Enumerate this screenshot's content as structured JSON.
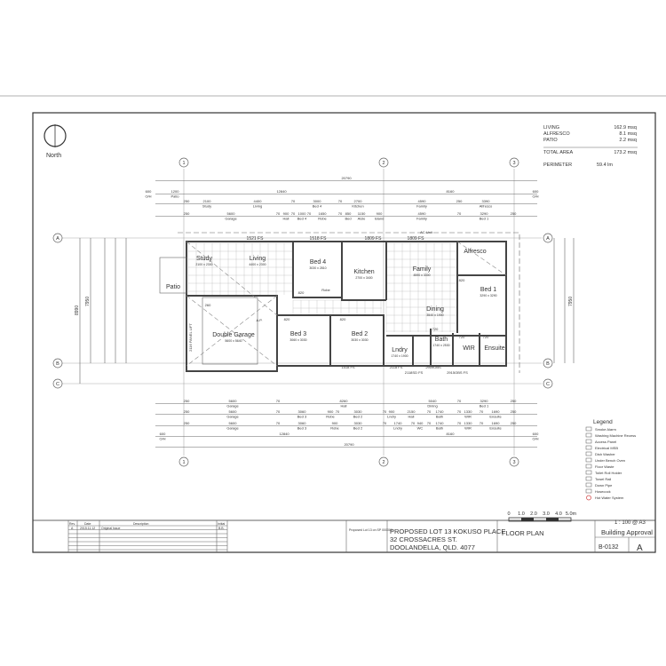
{
  "compass": {
    "label": "North"
  },
  "areas": {
    "rows": [
      {
        "label": "LIVING",
        "value": "162.9 msq"
      },
      {
        "label": "ALFRESCO",
        "value": "8.1 msq"
      },
      {
        "label": "PATIO",
        "value": "2.2 msq"
      }
    ],
    "total": {
      "label": "TOTAL AREA",
      "value": "173.2 msq"
    },
    "perimeter": {
      "label": "PERIMETER",
      "value": "59.4 lm"
    }
  },
  "grid_labels": {
    "cols": [
      "1",
      "2",
      "3"
    ],
    "rows": [
      "A",
      "B",
      "C"
    ]
  },
  "rooms": [
    {
      "name": "Study",
      "size": "2100 x 2300"
    },
    {
      "name": "Living",
      "size": "4400 x 2300"
    },
    {
      "name": "Bed 4",
      "size": "3030 x 2810"
    },
    {
      "name": "Kitchen",
      "size": "2700 x 3400"
    },
    {
      "name": "Family",
      "size": "4590 x 3300"
    },
    {
      "name": "Alfresco",
      "size": ""
    },
    {
      "name": "Bed 1",
      "size": "3290 x 3290"
    },
    {
      "name": "Dining",
      "size": "3540 x 1900"
    },
    {
      "name": "Patio",
      "size": ""
    },
    {
      "name": "Double Garage",
      "size": "5600 x 5640"
    },
    {
      "name": "Bed 3",
      "size": "3060 x 3030"
    },
    {
      "name": "Bed 2",
      "size": "3030 x 3030"
    },
    {
      "name": "Lndry",
      "size": "1740 x 1900"
    },
    {
      "name": "Bath",
      "size": "1740 x 2530"
    },
    {
      "name": "WIR",
      "size": ""
    },
    {
      "name": "Ensuite",
      "size": ""
    },
    {
      "name": "Robe",
      "size": ""
    }
  ],
  "annotations": [
    "1521 FS",
    "1518 FS",
    "1809 FS",
    "1809 FS",
    "2118 FS",
    "1518 FS",
    "2118SD FS",
    "2909OBS",
    "2915OBS FS",
    "2116 PANEL LIFT",
    "AC Unit",
    "820",
    "820",
    "820",
    "820",
    "720",
    "720",
    "720",
    "260",
    "A.P."
  ],
  "top_dims": [
    [
      {
        "v": "20790",
        "l": ""
      }
    ],
    [
      {
        "v": "600",
        "l": "O/H"
      },
      {
        "v": "1200",
        "l": "Patio"
      },
      {
        "v": "12840",
        "l": ""
      },
      {
        "v": "8160",
        "l": ""
      },
      {
        "v": "600",
        "l": "O/H"
      }
    ],
    [
      {
        "v": "250",
        "l": ""
      },
      {
        "v": "2100",
        "l": "Study"
      },
      {
        "v": "4400",
        "l": "Living"
      },
      {
        "v": "70",
        "l": ""
      },
      {
        "v": "3000",
        "l": "Bed 4"
      },
      {
        "v": "70",
        "l": ""
      },
      {
        "v": "2700",
        "l": "Kitchen"
      },
      {
        "v": "4590",
        "l": "Family"
      },
      {
        "v": "250",
        "l": ""
      },
      {
        "v": "3390",
        "l": "Alfresco"
      }
    ],
    [
      {
        "v": "250",
        "l": ""
      },
      {
        "v": "5600",
        "l": "Garage"
      },
      {
        "v": "70",
        "l": ""
      },
      {
        "v": "900",
        "l": "Hall"
      },
      {
        "v": "70",
        "l": ""
      },
      {
        "v": "1000",
        "l": "Bed 4"
      },
      {
        "v": "70",
        "l": ""
      },
      {
        "v": "1650",
        "l": "Robe"
      },
      {
        "v": "70",
        "l": ""
      },
      {
        "v": "850",
        "l": "Bed"
      },
      {
        "v": "1150",
        "l": "Aisle"
      },
      {
        "v": "900",
        "l": "Island"
      },
      {
        "v": "4590",
        "l": "Family"
      },
      {
        "v": "70",
        "l": ""
      },
      {
        "v": "3290",
        "l": "Bed 1"
      },
      {
        "v": "250",
        "l": ""
      }
    ]
  ],
  "bottom_dims": [
    [
      {
        "v": "250",
        "l": ""
      },
      {
        "v": "5600",
        "l": "Garage"
      },
      {
        "v": "70",
        "l": ""
      },
      {
        "v": "8260",
        "l": "Hall"
      },
      {
        "v": "5040",
        "l": "Dining"
      },
      {
        "v": "70",
        "l": ""
      },
      {
        "v": "3290",
        "l": "Bed 1"
      },
      {
        "v": "250",
        "l": ""
      }
    ],
    [
      {
        "v": "250",
        "l": ""
      },
      {
        "v": "5600",
        "l": "Garage"
      },
      {
        "v": "70",
        "l": ""
      },
      {
        "v": "3060",
        "l": "Bed 3"
      },
      {
        "v": "900",
        "l": "Robe"
      },
      {
        "v": "70",
        "l": ""
      },
      {
        "v": "3030",
        "l": "Bed 2"
      },
      {
        "v": "70",
        "l": ""
      },
      {
        "v": "900",
        "l": "Lndry"
      },
      {
        "v": "2150",
        "l": "Hall"
      },
      {
        "v": "70",
        "l": ""
      },
      {
        "v": "1740",
        "l": "Bath"
      },
      {
        "v": "70",
        "l": ""
      },
      {
        "v": "1330",
        "l": "WIR"
      },
      {
        "v": "70",
        "l": ""
      },
      {
        "v": "1690",
        "l": "Ensuite"
      },
      {
        "v": "250",
        "l": ""
      }
    ],
    [
      {
        "v": "250",
        "l": ""
      },
      {
        "v": "5600",
        "l": "Garage"
      },
      {
        "v": "70",
        "l": ""
      },
      {
        "v": "3060",
        "l": "Bed 3"
      },
      {
        "v": "900",
        "l": "Robe"
      },
      {
        "v": "3030",
        "l": "Bed 2"
      },
      {
        "v": "70",
        "l": ""
      },
      {
        "v": "1740",
        "l": "Lndry"
      },
      {
        "v": "70",
        "l": ""
      },
      {
        "v": "940",
        "l": "WC"
      },
      {
        "v": "70",
        "l": ""
      },
      {
        "v": "1740",
        "l": "Bath"
      },
      {
        "v": "70",
        "l": ""
      },
      {
        "v": "1330",
        "l": "WIR"
      },
      {
        "v": "70",
        "l": ""
      },
      {
        "v": "1690",
        "l": "Ensuite"
      },
      {
        "v": "250",
        "l": ""
      }
    ],
    [
      {
        "v": "600",
        "l": "O/H"
      },
      {
        "v": "12840",
        "l": ""
      },
      {
        "v": "8160",
        "l": ""
      },
      {
        "v": "600",
        "l": "O/H"
      }
    ],
    [
      {
        "v": "20790",
        "l": ""
      }
    ]
  ],
  "side_dims": {
    "overall": "8990",
    "inner": "7950",
    "right": "7950"
  },
  "legend": {
    "title": "Legend",
    "items": [
      "Smoke Alarm",
      "Washing Machine Recess",
      "Access Panel",
      "Electrical MSB",
      "Dish Washer",
      "Under Bench Oven",
      "Floor Waste",
      "Toilet Roll Holder",
      "Towel Rail",
      "Down Pipe",
      "Hosecock",
      "Hot Water System"
    ]
  },
  "scale": {
    "ticks": [
      "0",
      "1.0",
      "2.0",
      "3.0",
      "4.0",
      "5.0m"
    ],
    "ratio": "1 : 100 @ A3"
  },
  "title_block": {
    "revision_headers": [
      "Rev.",
      "Date",
      "Description",
      "Initial"
    ],
    "revision_row": {
      "rev": "A",
      "date": "2015.11.12",
      "description": "Original Issue",
      "initial": "B.B."
    },
    "lot_description": "Proposed Lot 13 on SP 000000",
    "address": [
      "PROPOSED LOT 13 KOKUSO PLACE",
      "32 CROSSACRES ST.",
      "DOOLANDELLA, QLD. 4077"
    ],
    "project": "FLOOR PLAN",
    "submission": "Building Approval",
    "drawing_no": "B-0132",
    "rev": "A"
  },
  "colors": {
    "line": "#444444",
    "hot_water": "#d04040"
  }
}
